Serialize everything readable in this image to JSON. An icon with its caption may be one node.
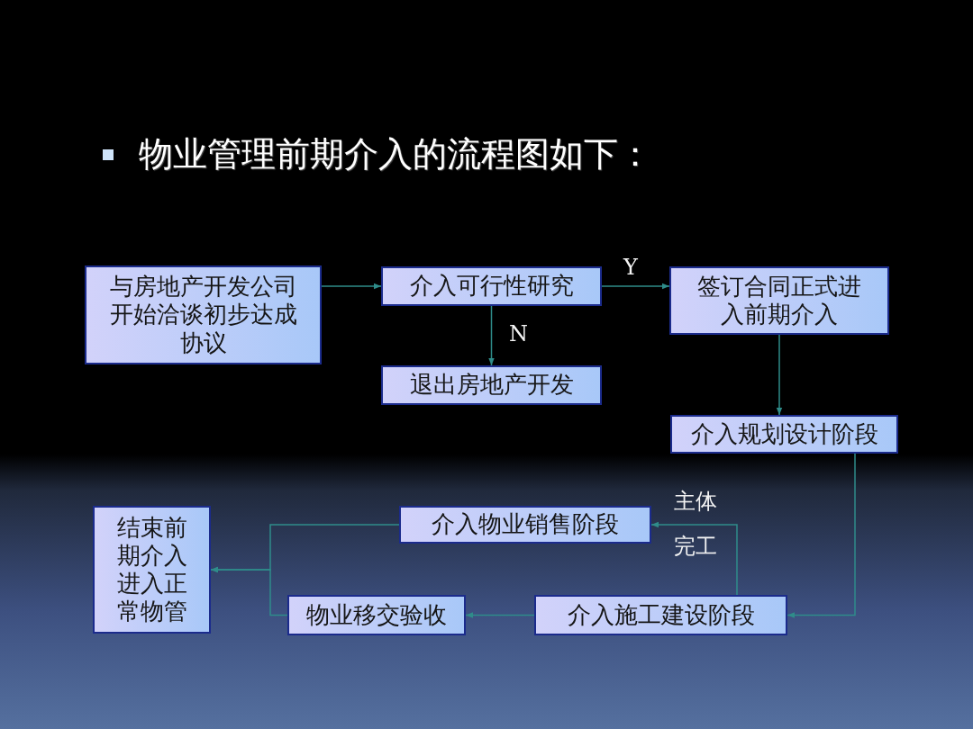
{
  "diagram": {
    "title": "物业管理前期介入的流程图如下：",
    "nodes": [
      {
        "text": [
          "与房地产开发公司开始洽谈初步达成协议"
        ]
      },
      {
        "text": [
          "介入可行性研究"
        ]
      },
      {
        "text": [
          "签订合同正式进入前期介入"
        ]
      },
      {
        "text": [
          "退出房地产开发"
        ]
      },
      {
        "text": [
          "介入规划设计阶段"
        ]
      },
      {
        "text": [
          "结束前期介入进入正常物管"
        ]
      },
      {
        "text": [
          "介入物业销售阶段"
        ]
      },
      {
        "text": [
          "物业移交验收"
        ]
      },
      {
        "text": [
          "介入施工建设阶段"
        ]
      }
    ],
    "edges": [
      {
        "from": 0,
        "to": 1,
        "arrow": "to"
      },
      {
        "from": 1,
        "to": 2,
        "arrow": "to",
        "label": "Y"
      },
      {
        "from": 1,
        "to": 3,
        "arrow": "to",
        "label": "N"
      },
      {
        "from": 2,
        "to": 4,
        "arrow": "to"
      },
      {
        "from": 4,
        "to": 8,
        "arrow": "to"
      },
      {
        "from": 8,
        "to": 6,
        "arrow": "to",
        "label": "主体完工"
      },
      {
        "from": 8,
        "to": 7,
        "arrow": "to"
      },
      {
        "from": 6,
        "to": 5,
        "arrow": "to"
      },
      {
        "from": 7,
        "to": 5,
        "arrow": "to"
      }
    ]
  }
}
